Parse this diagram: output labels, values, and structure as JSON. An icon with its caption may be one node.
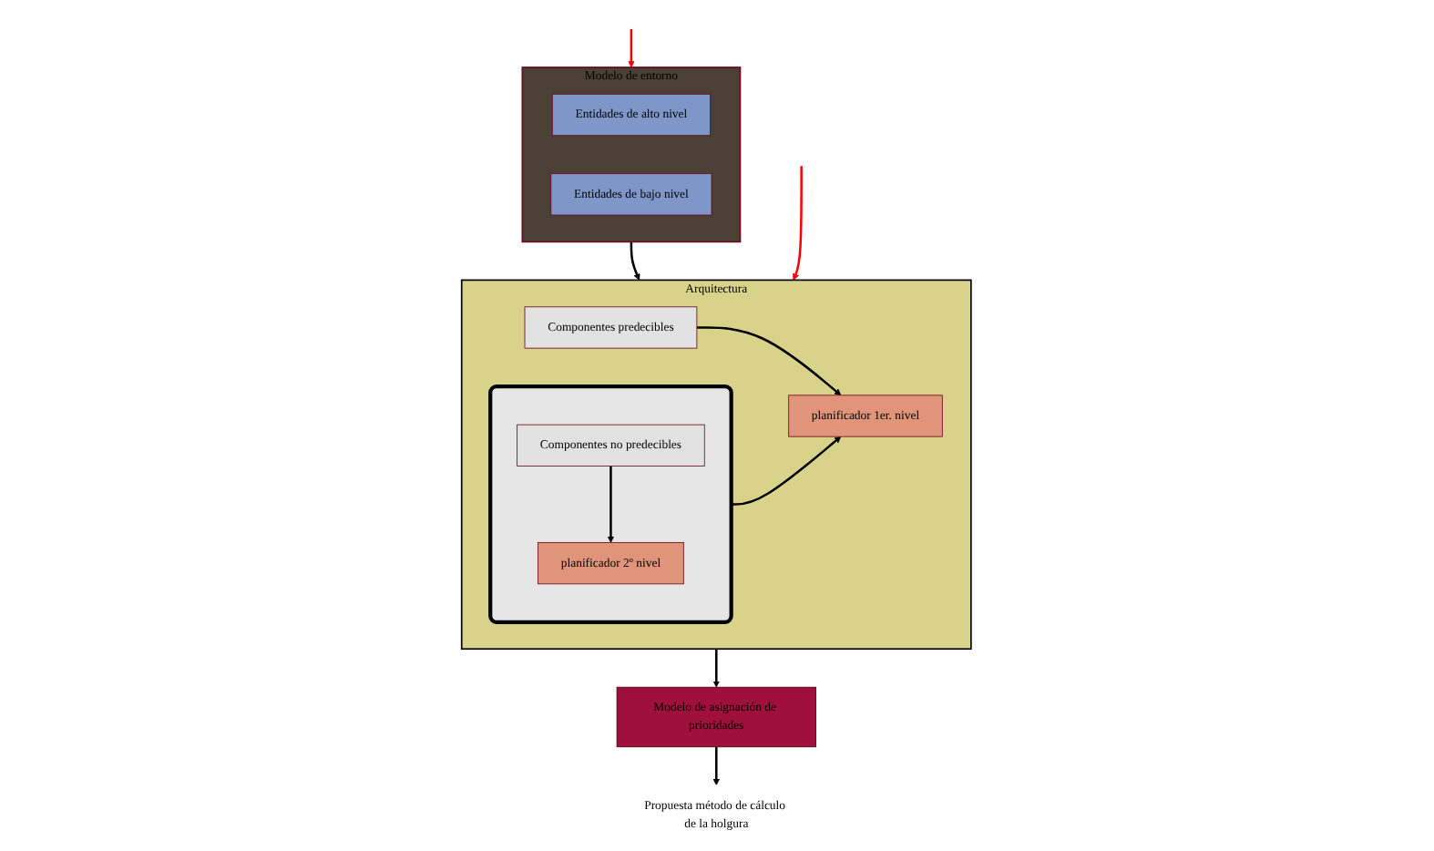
{
  "diagram": {
    "nodes": [
      {
        "text": [
          "Modelo de entorno"
        ]
      },
      {
        "text": [
          "Entidades de alto nivel"
        ],
        "in": 0
      },
      {
        "text": [
          "Entidades de bajo nivel"
        ],
        "in": 0
      },
      {
        "text": [
          "Propuesta método de cálculo de la holgura"
        ]
      },
      {
        "text": [
          "Arquitectura"
        ]
      },
      {
        "text": [
          "Componentes predecibles"
        ],
        "in": 4
      },
      {
        "text": [],
        "shape": "box",
        "in": 4
      },
      {
        "text": [
          "Componentes no predecibles"
        ],
        "in": 6
      },
      {
        "text": [
          "planificador 2º nivel"
        ],
        "in": 6
      },
      {
        "text": [
          "planificador 1er. nivel"
        ],
        "in": 4
      },
      {
        "text": [
          "Modelo de asignación de prioridades"
        ]
      }
    ],
    "edges": [
      {
        "from": null,
        "to": 0,
        "arrow": "to",
        "color": "#ff0000"
      },
      {
        "from": 0,
        "to": 4,
        "arrow": "to"
      },
      {
        "from": null,
        "to": 4,
        "arrow": "to",
        "color": "#ff0000"
      },
      {
        "from": 4,
        "to": 10,
        "arrow": "to"
      },
      {
        "from": 10,
        "to": 3,
        "arrow": "to"
      },
      {
        "from": 5,
        "to": 9,
        "arrow": "to"
      },
      {
        "from": 7,
        "to": 8,
        "arrow": "to"
      },
      {
        "from": 6,
        "to": 9,
        "arrow": "to"
      }
    ]
  }
}
